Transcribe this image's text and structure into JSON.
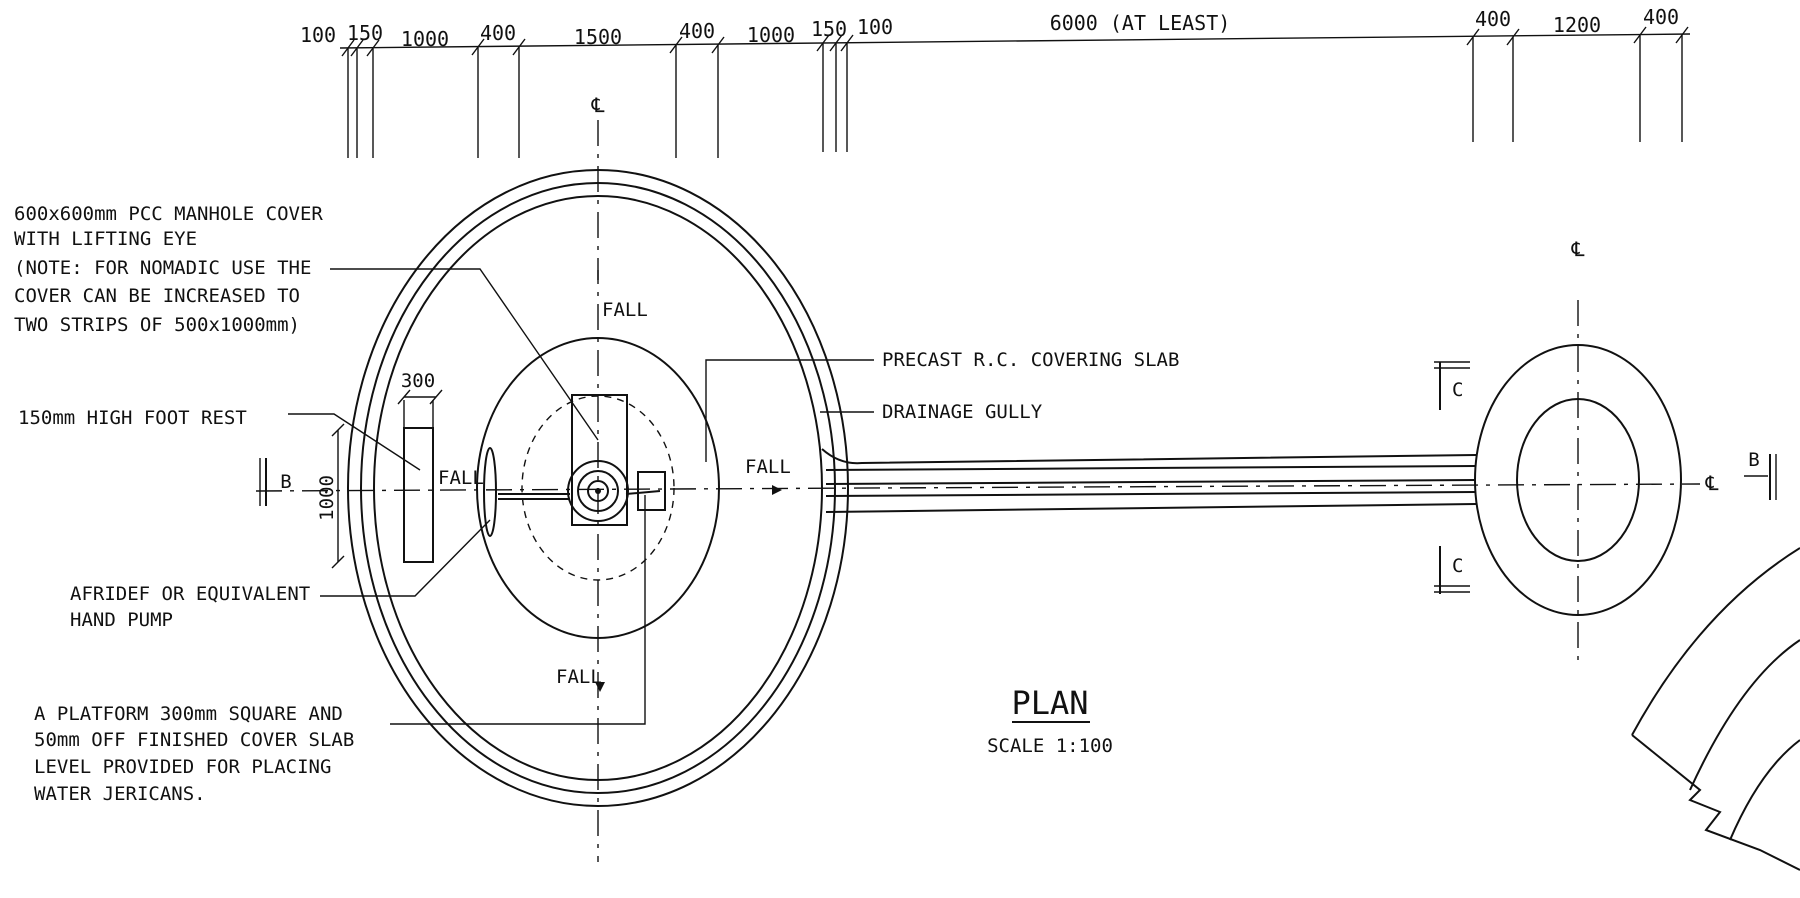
{
  "colors": {
    "ink": "#111111",
    "paper": "#ffffff"
  },
  "dimensions": [
    "100",
    "150",
    "1000",
    "400",
    "1500",
    "400",
    "1000",
    "150",
    "100",
    "6000 (AT LEAST)",
    "400",
    "1200",
    "400"
  ],
  "centerline_symbol": "℄",
  "labels": {
    "manhole_cover": [
      "600x600mm PCC MANHOLE COVER",
      "WITH LIFTING EYE",
      "(NOTE: FOR NOMADIC USE THE",
      "COVER CAN BE INCREASED TO",
      "TWO STRIPS OF 500x1000mm)"
    ],
    "foot_rest": "150mm HIGH FOOT REST",
    "hand_pump": [
      "AFRIDEF OR EQUIVALENT",
      "HAND PUMP"
    ],
    "platform": [
      "A PLATFORM 300mm SQUARE AND",
      "50mm OFF FINISHED COVER SLAB",
      "LEVEL PROVIDED FOR PLACING",
      "WATER JERICANS."
    ],
    "covering_slab": "PRECAST R.C. COVERING SLAB",
    "drainage_gully": "DRAINAGE GULLY",
    "fall": "FALL",
    "dim_300": "300",
    "dim_1000": "1000",
    "section_b": "B",
    "section_c": "C"
  },
  "title": {
    "heading": "PLAN",
    "scale": "SCALE 1:100"
  }
}
